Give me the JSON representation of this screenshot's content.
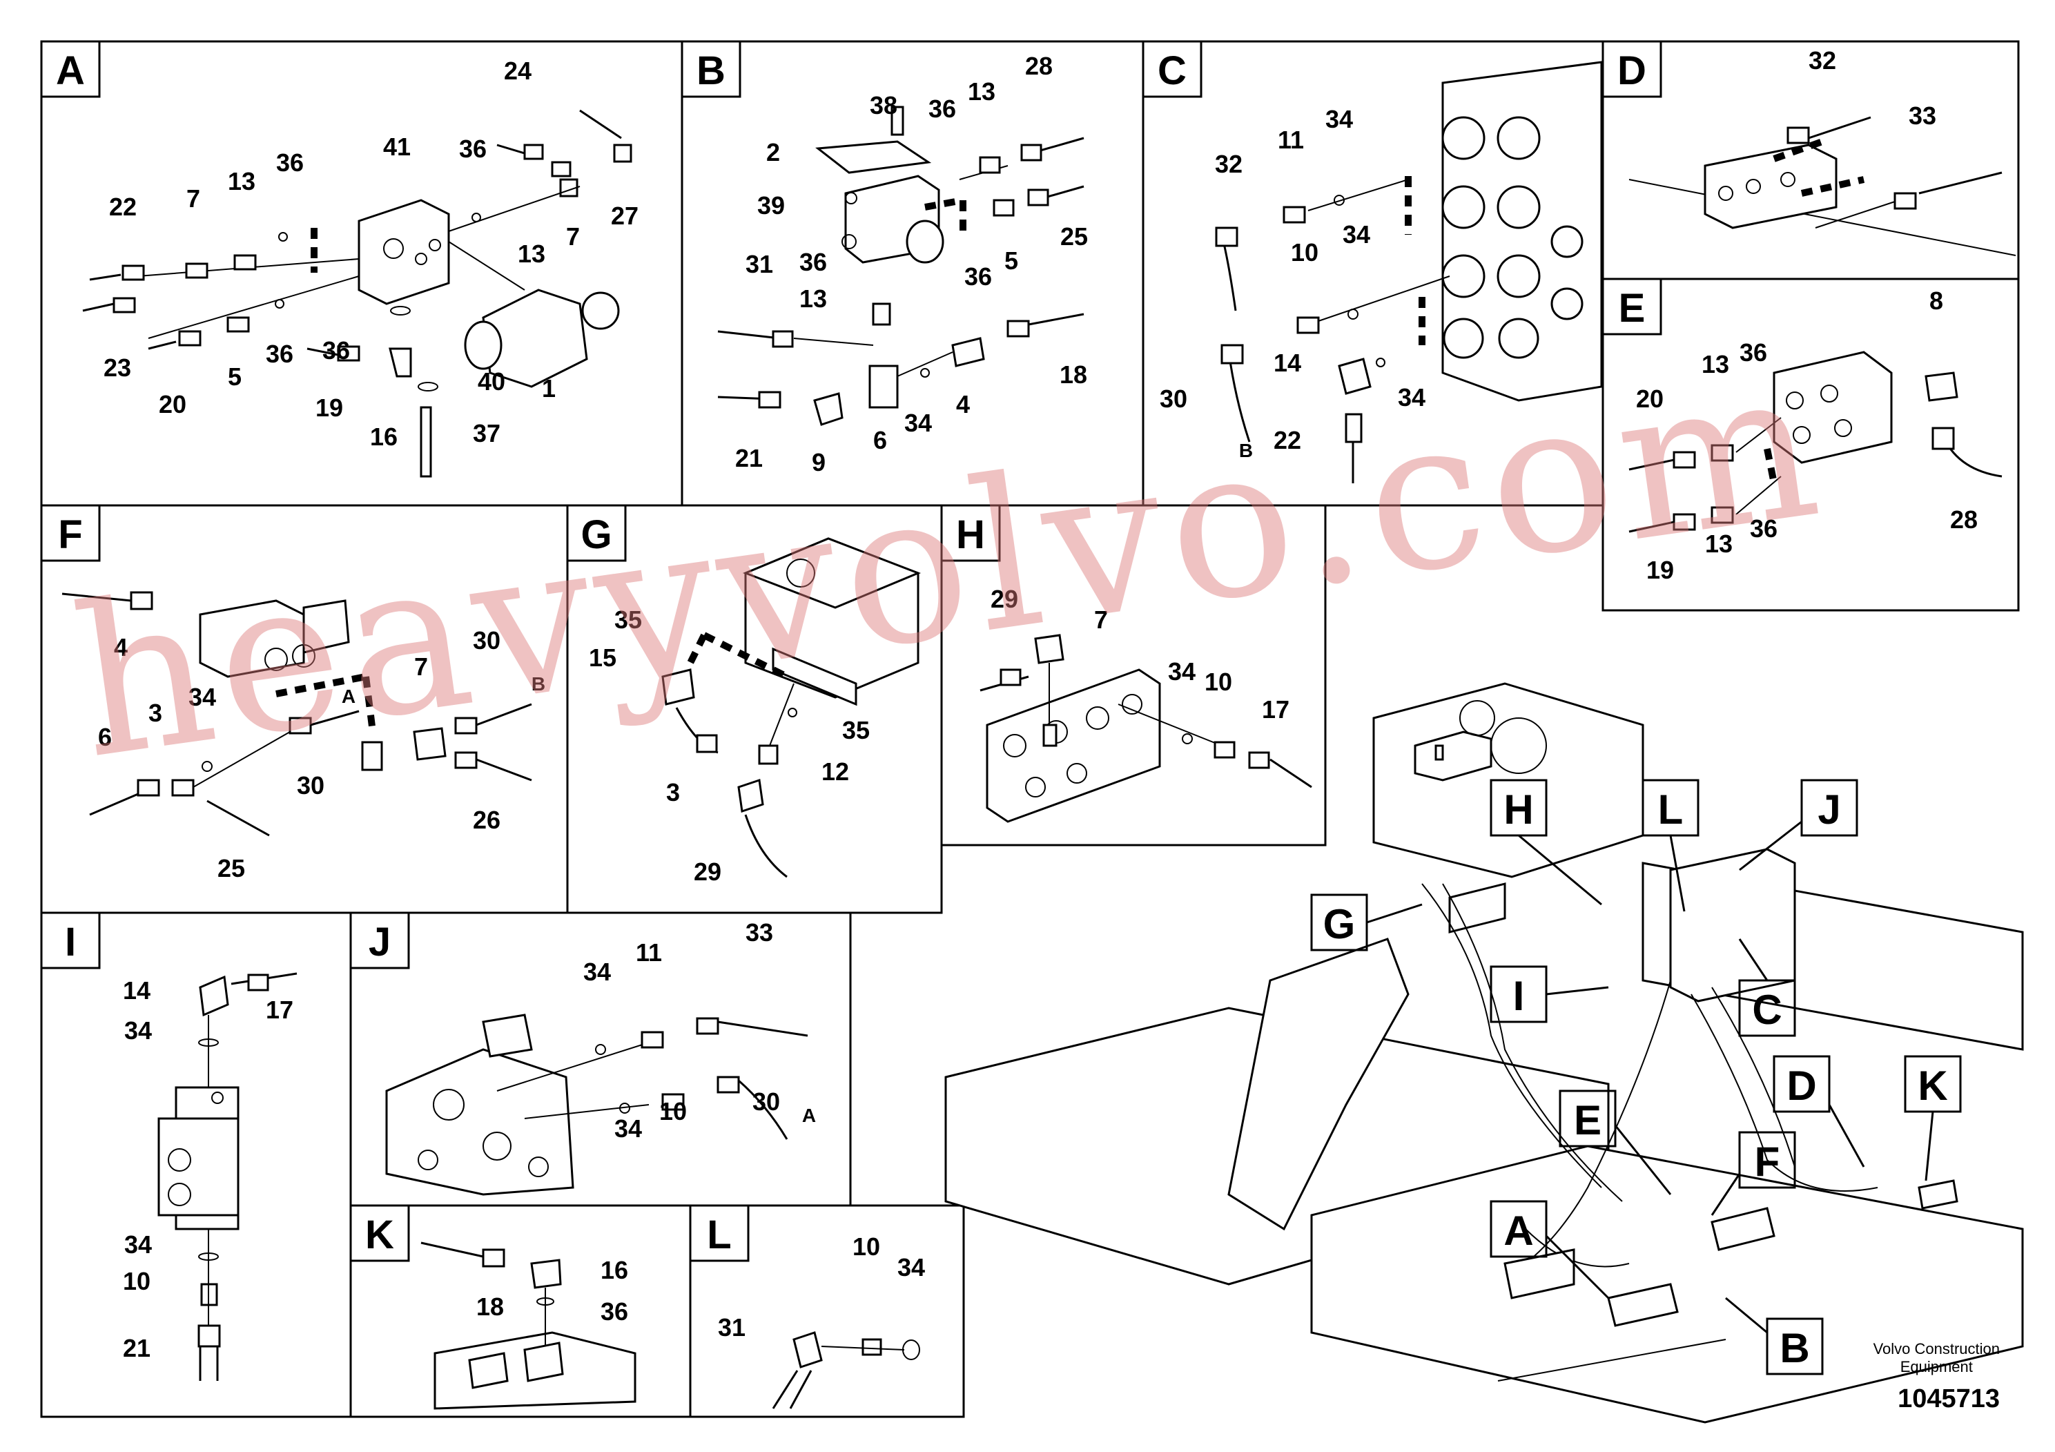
{
  "panels": {
    "A": {
      "letter": "A",
      "callouts": [
        "24",
        "41",
        "36",
        "22",
        "7",
        "13",
        "36",
        "27",
        "7",
        "13",
        "23",
        "20",
        "5",
        "36",
        "36",
        "19",
        "16",
        "40",
        "37",
        "1"
      ]
    },
    "B": {
      "letter": "B",
      "callouts": [
        "38",
        "36",
        "13",
        "28",
        "2",
        "39",
        "25",
        "5",
        "36",
        "31",
        "36",
        "13",
        "18",
        "4",
        "34",
        "6",
        "9",
        "21"
      ]
    },
    "C": {
      "letter": "C",
      "callouts": [
        "34",
        "11",
        "32",
        "34",
        "10",
        "14",
        "34",
        "30",
        "22",
        "B"
      ]
    },
    "D": {
      "letter": "D",
      "callouts": [
        "32",
        "33"
      ]
    },
    "E": {
      "letter": "E",
      "callouts": [
        "8",
        "36",
        "13",
        "20",
        "28",
        "36",
        "13",
        "19"
      ]
    },
    "F": {
      "letter": "F",
      "callouts": [
        "4",
        "34",
        "3",
        "30",
        "7",
        "B",
        "A",
        "30",
        "6",
        "26",
        "25"
      ]
    },
    "G": {
      "letter": "G",
      "callouts": [
        "35",
        "15",
        "35",
        "12",
        "3",
        "29"
      ]
    },
    "H": {
      "letter": "H",
      "callouts": [
        "29",
        "7",
        "34",
        "10",
        "17"
      ]
    },
    "I": {
      "letter": "I",
      "callouts": [
        "14",
        "17",
        "34",
        "34",
        "10",
        "21"
      ]
    },
    "J": {
      "letter": "J",
      "callouts": [
        "33",
        "11",
        "34",
        "34",
        "10",
        "30",
        "A"
      ]
    },
    "K": {
      "letter": "K",
      "callouts": [
        "16",
        "18",
        "36"
      ]
    },
    "L": {
      "letter": "L",
      "callouts": [
        "10",
        "34",
        "31"
      ]
    }
  },
  "overview_labels": [
    "H",
    "L",
    "J",
    "G",
    "I",
    "C",
    "E",
    "D",
    "K",
    "F",
    "A",
    "B"
  ],
  "brand": {
    "line1": "Volvo Construction",
    "line2": "Equipment"
  },
  "doc_number": "1045713",
  "watermark": "heavyvolvo.com"
}
